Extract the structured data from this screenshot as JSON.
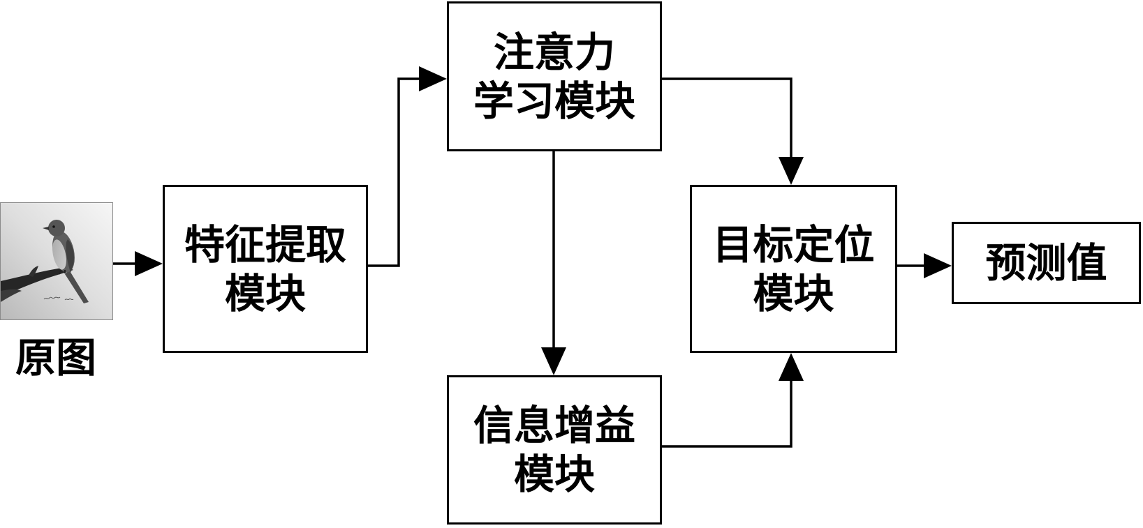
{
  "input": {
    "label": "原图"
  },
  "nodes": {
    "feature_extraction": {
      "line1": "特征提取",
      "line2": "模块"
    },
    "attention_learning": {
      "line1": "注意力",
      "line2": "学习模块"
    },
    "information_gain": {
      "line1": "信息增益",
      "line2": "模块"
    },
    "target_localization": {
      "line1": "目标定位",
      "line2": "模块"
    },
    "prediction": {
      "line1": "预测值"
    }
  },
  "colors": {
    "stroke": "#000000",
    "background": "#ffffff"
  }
}
